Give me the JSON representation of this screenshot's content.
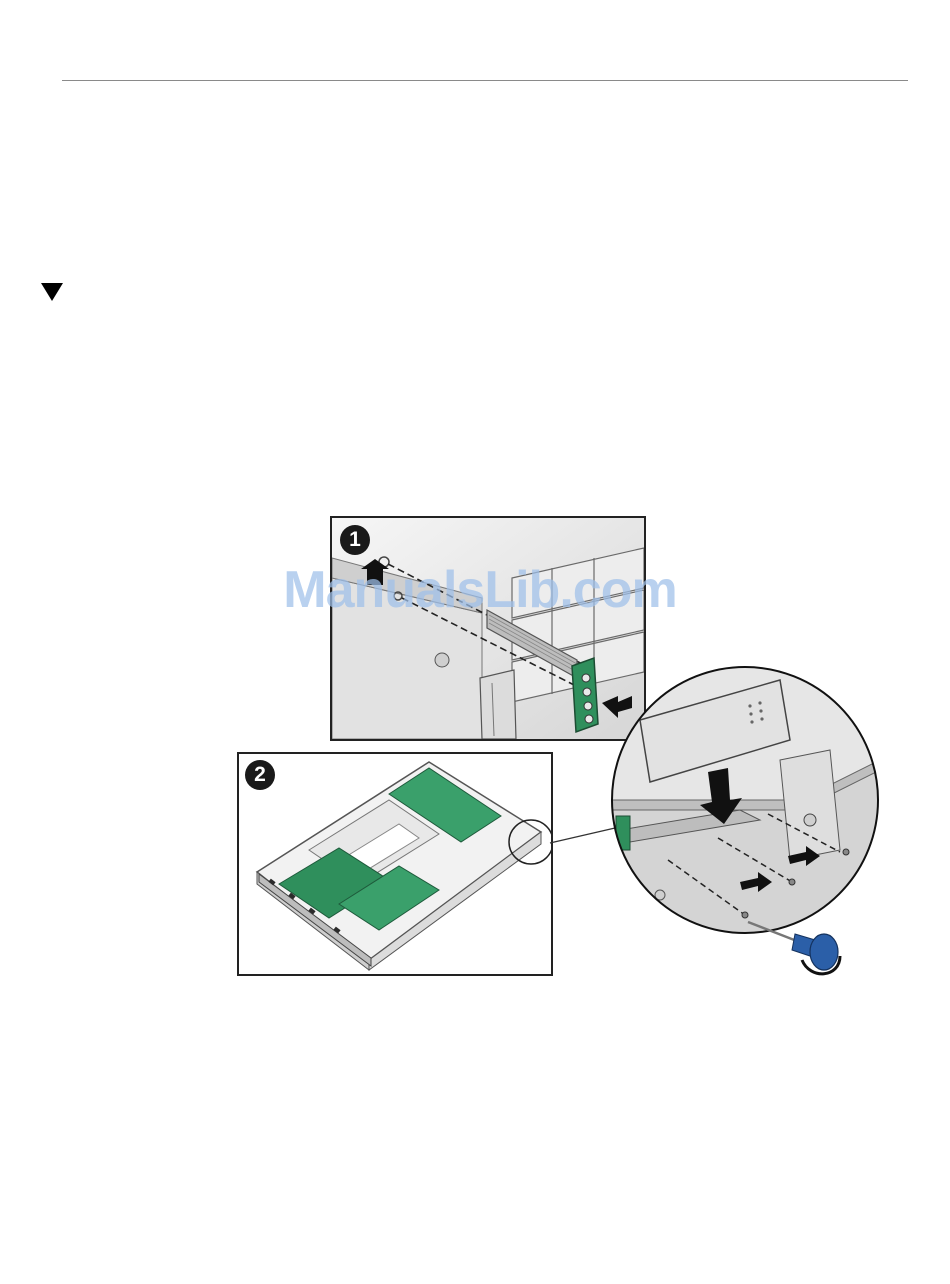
{
  "figure": {
    "step1_label": "1",
    "step2_label": "2",
    "watermark_text": "ManualsLib.com"
  },
  "colors": {
    "board_green": "#2f8f5c",
    "screwdriver_blue": "#2b5fa8",
    "arrow_black": "#111111",
    "watermark_blue": "#9fc0ea"
  },
  "icons": {
    "section_marker": "down-triangle-icon",
    "tool": "screwdriver-icon"
  }
}
